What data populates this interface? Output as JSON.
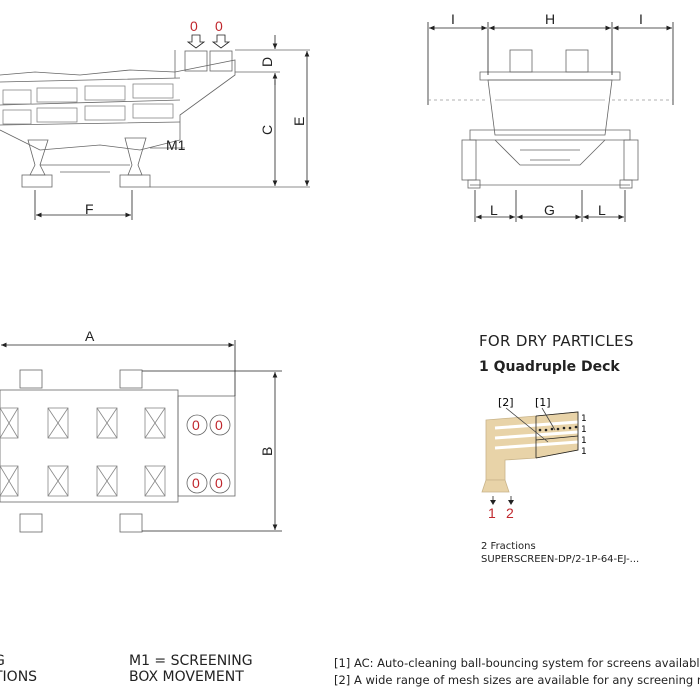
{
  "side_view": {
    "outlets": [
      "0",
      "0"
    ],
    "dims": {
      "D": "D",
      "C": "C",
      "E": "E",
      "F": "F"
    },
    "motor_label": "M1"
  },
  "front_view": {
    "dims": {
      "I1": "I",
      "H": "H",
      "I2": "I",
      "L1": "L",
      "G": "G",
      "L2": "L"
    }
  },
  "top_view": {
    "dims": {
      "A": "A",
      "B": "B"
    },
    "outlets": [
      "0",
      "0",
      "0",
      "0"
    ]
  },
  "config": {
    "title": "FOR DRY PARTICLES",
    "deck": "1 Quadruple Deck",
    "callouts": [
      "[2]",
      "[1]"
    ],
    "deck_counts": [
      "1",
      "1",
      "1",
      "1"
    ],
    "fraction_outlets": [
      "1",
      "2"
    ],
    "fractions": "2 Fractions",
    "model": "SUPERSCREEN-DP/2-1P-64-EJ-..."
  },
  "footer": {
    "legend_left": [
      "G",
      "TIONS"
    ],
    "legend_m1": [
      "M1 = SCREENING",
      "BOX MOVEMENT"
    ],
    "notes": [
      "[1] AC: Auto-cleaning ball-bouncing system for screens availabl",
      "[2] A wide range of mesh sizes are available for any screening n"
    ]
  },
  "colors": {
    "outlet_red": "#c0272d",
    "deck_tan": "#e8d3a8",
    "line": "#555555"
  }
}
